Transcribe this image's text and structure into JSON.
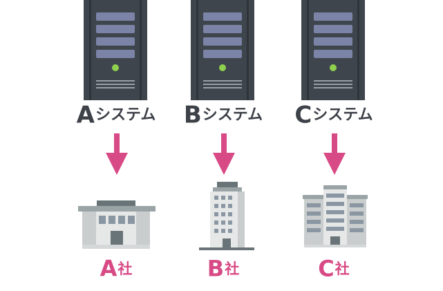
{
  "columns": [
    {
      "system_letter": "A",
      "system_word": "システム",
      "company_letter": "A",
      "company_word": "社",
      "building_icon": "low-rise-office-building-icon"
    },
    {
      "system_letter": "B",
      "system_word": "システム",
      "company_letter": "B",
      "company_word": "社",
      "building_icon": "tower-office-building-icon"
    },
    {
      "system_letter": "C",
      "system_word": "システム",
      "company_letter": "C",
      "company_word": "社",
      "building_icon": "glass-office-complex-icon"
    }
  ],
  "icons": {
    "server": "server-tower-icon",
    "arrow": "arrow-down-icon"
  },
  "colors": {
    "server_body": "#3f454d",
    "server_drive": "#7b84a6",
    "server_led": "#8fd14f",
    "system_text": "#3d4148",
    "arrow": "#d84a85",
    "company_text": "#d84a85",
    "building_light": "#e6e8e8",
    "building_mid": "#c9cdcd",
    "building_window": "#8a97a3",
    "building_door": "#687478"
  }
}
